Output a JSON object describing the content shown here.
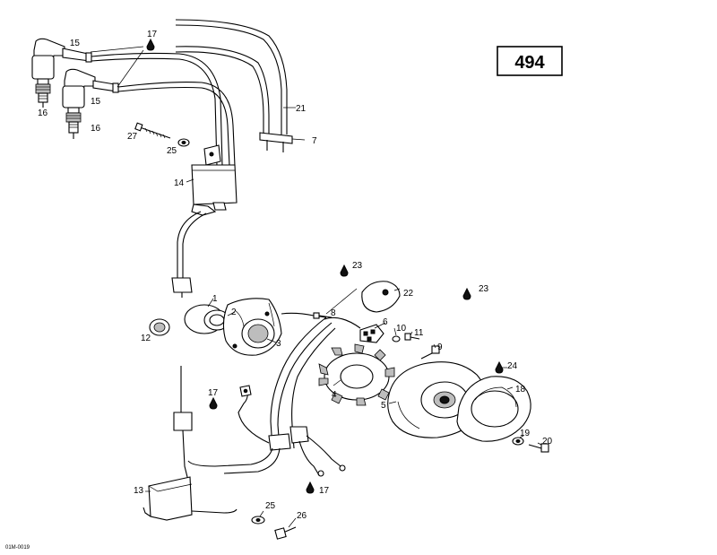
{
  "page_number": "494",
  "catalog_code": "01M-0019",
  "callouts": {
    "c1": "1",
    "c2": "2",
    "c3": "3",
    "c4": "4",
    "c5": "5",
    "c6": "6",
    "c7": "7",
    "c8": "8",
    "c9": "9",
    "c10": "10",
    "c11": "11",
    "c12": "12",
    "c13": "13",
    "c14": "14",
    "c15a": "15",
    "c15b": "15",
    "c16a": "16",
    "c16b": "16",
    "c17a": "17",
    "c17b": "17",
    "c17c": "17",
    "c18": "18",
    "c19": "19",
    "c20": "20",
    "c21": "21",
    "c22": "22",
    "c23a": "23",
    "c23b": "23",
    "c24": "24",
    "c25a": "25",
    "c25b": "25",
    "c26": "26",
    "c27": "27"
  }
}
